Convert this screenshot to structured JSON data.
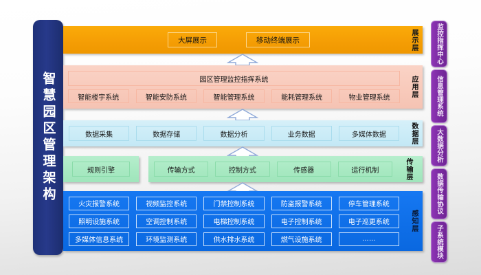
{
  "diagram": {
    "title": "智慧园区管理架构",
    "background_color": "#f2f2f2",
    "title_color": "#1e3178"
  },
  "layers": [
    {
      "key": "display",
      "name": "展示层",
      "color": "#F5A005",
      "items": [
        "大屏展示",
        "移动终端展示"
      ]
    },
    {
      "key": "application",
      "name": "应用层",
      "color": "#F8CABB",
      "header": "园区管理监控指挥系统",
      "items": [
        "智能楼宇系统",
        "智能安防系统",
        "智能管理系统",
        "能耗管理系统",
        "物业管理系统"
      ]
    },
    {
      "key": "data",
      "name": "数据层",
      "color": "#CBECF7",
      "items": [
        "数据采集",
        "数据存储",
        "数据分析",
        "业务数据",
        "多媒体数据"
      ]
    },
    {
      "key": "transport",
      "name": "传输层",
      "color": "#A8E9C2",
      "side_item": "规则引擎",
      "items": [
        "传输方式",
        "控制方式",
        "传感器",
        "运行机制"
      ]
    },
    {
      "key": "perception",
      "name": "感知层",
      "color": "#0F6FE8",
      "items": [
        "火灾报警系统",
        "视频监控系统",
        "门禁控制系统",
        "防盗报警系统",
        "停车管理系统",
        "照明设施系统",
        "空调控制系统",
        "电梯控制系统",
        "电子控制系统",
        "电子巡更系统",
        "多媒体信息系统",
        "环境监测系统",
        "供水排水系统",
        "燃气设施系统",
        "……"
      ]
    }
  ],
  "side_labels": {
    "color": "#7C2CA3",
    "items": [
      "监控指挥中心",
      "信息管理系统",
      "大数据分析",
      "数据传输协议",
      "子系统模块"
    ]
  },
  "connectors": {
    "icon": "up-arrow-icon",
    "count": 4,
    "direction": "up",
    "fill": "#ffffff",
    "stroke": "#8fa9d8"
  }
}
